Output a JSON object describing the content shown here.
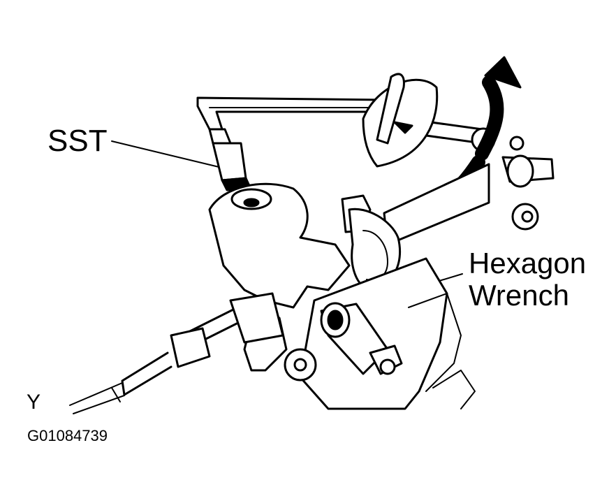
{
  "labels": {
    "sst": "SST",
    "hexagon_line1": "Hexagon",
    "hexagon_line2": "Wrench",
    "corner_mark": "Y",
    "figure_code": "G01084739"
  },
  "icons": {
    "rotation_arrow": "double-curved-arrow-icon"
  },
  "colors": {
    "ink": "#000000",
    "paper": "#ffffff"
  }
}
